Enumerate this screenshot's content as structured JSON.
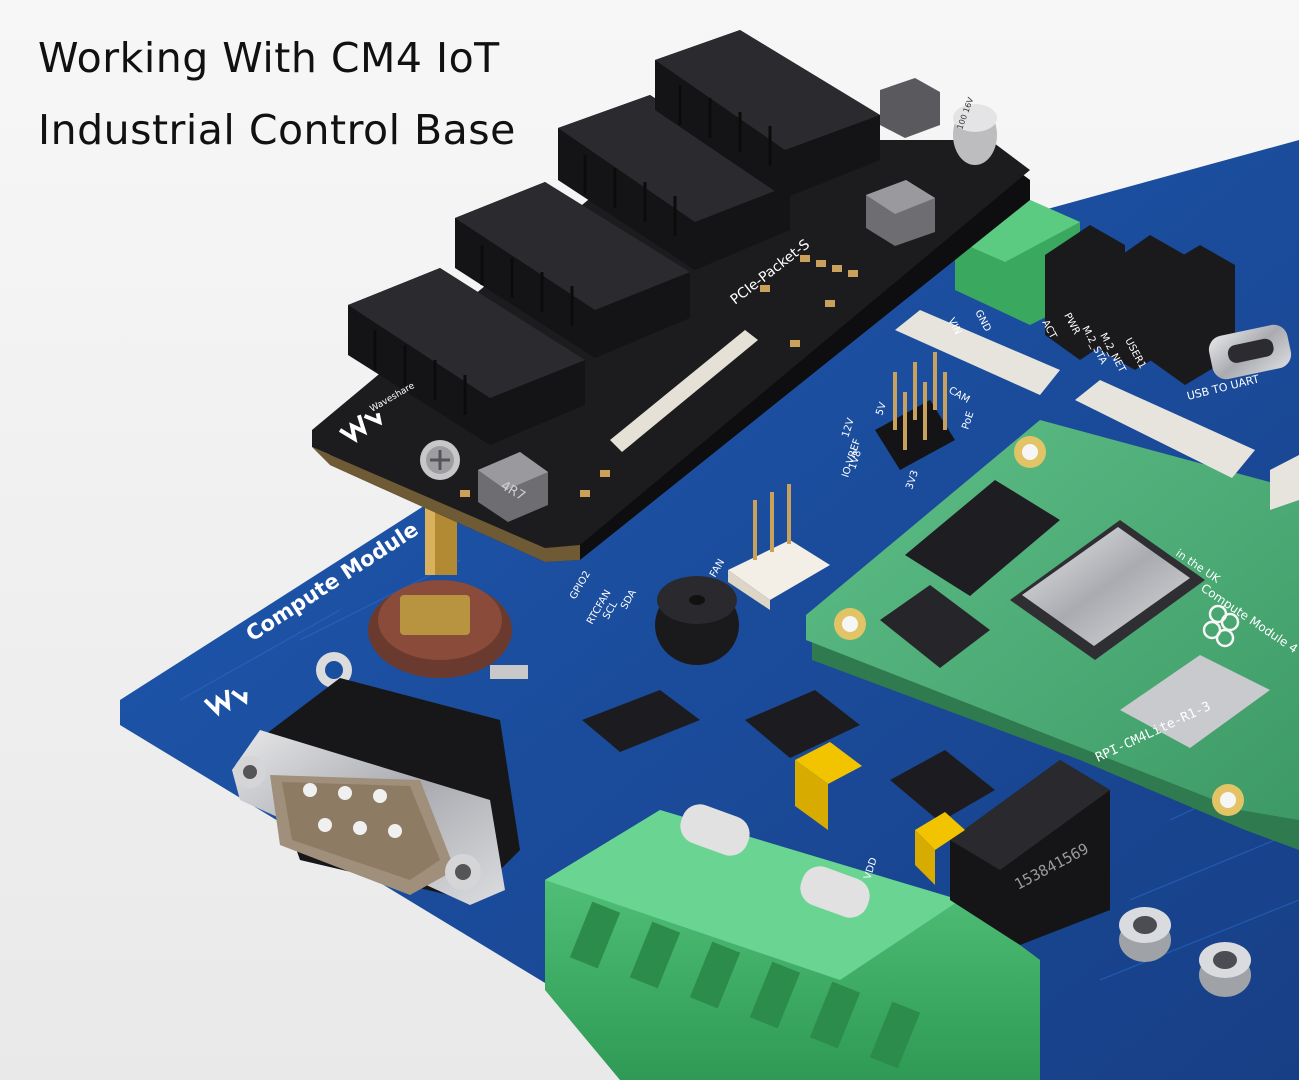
{
  "headline": {
    "line1": "Working With CM4 IoT",
    "line2": "Industrial Control Base"
  },
  "silkscreen": {
    "compute_module": "Compute Module",
    "adapter_name": "PCIe-Packet-S",
    "cm4_part": "RPI-CM4Lite-R1-3",
    "pi_module": "Compute Module 4",
    "made_in": "in the UK",
    "brand": "Waveshare",
    "transformer_code": "153841569",
    "inductor": "4R7",
    "usb_to_uart": "USB TO UART",
    "power_labels": [
      "VIN",
      "GND",
      "ACT",
      "PWR",
      "USER1",
      "M.2_NET",
      "M.2_STA"
    ],
    "side_labels": [
      "CAM",
      "VDD",
      "PoE",
      "IO-VREF",
      "12V",
      "5V",
      "3V3",
      "1V8",
      "FAN",
      "SCL",
      "SDA",
      "GPIO2",
      "RTCFAN"
    ],
    "cap_value": "100 16V"
  },
  "colors": {
    "pcb_blue": "#1a4fa0",
    "pcb_blue_dark": "#123a7c",
    "adapter_black": "#1b1b1e",
    "cm4_green": "#4fb07a",
    "terminal_green": "#3fb56a"
  }
}
